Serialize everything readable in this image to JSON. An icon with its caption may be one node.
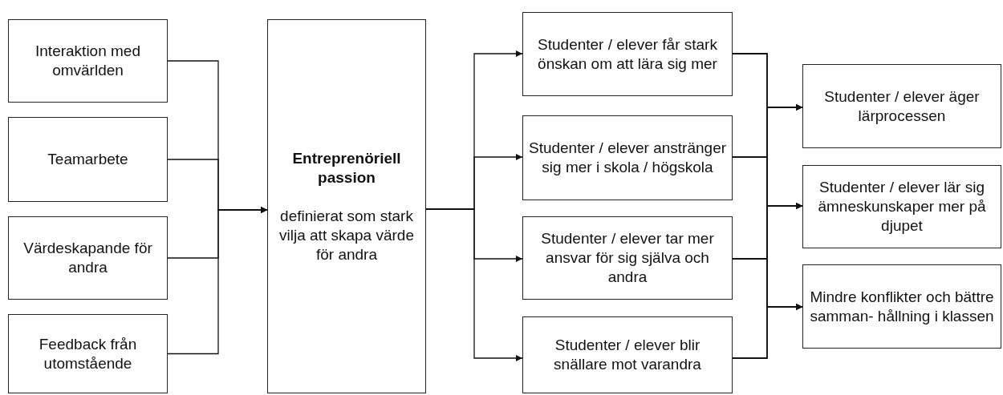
{
  "diagram": {
    "nodes": [
      {
        "text": [
          "Interaktion med omvärlden"
        ]
      },
      {
        "text": [
          "Teamarbete"
        ]
      },
      {
        "text": [
          "Värdeskapande för andra"
        ]
      },
      {
        "text": [
          "Feedback från utomstående"
        ]
      },
      {
        "text": [
          "Entreprenöriell passion",
          "definierat som stark vilja att skapa värde för andra"
        ]
      },
      {
        "text": [
          "Studenter / elever får stark önskan om att lära sig mer"
        ]
      },
      {
        "text": [
          "Studenter / elever anstränger sig mer i skola / högskola"
        ]
      },
      {
        "text": [
          "Studenter / elever tar mer ansvar för sig själva och andra"
        ]
      },
      {
        "text": [
          "Studenter / elever blir snällare mot varandra"
        ]
      },
      {
        "text": [
          "Studenter / elever äger lärprocessen"
        ]
      },
      {
        "text": [
          "Studenter / elever lär sig ämneskunskaper mer på djupet"
        ]
      },
      {
        "text": [
          "Mindre konflikter och bättre samman- hållning i klassen"
        ]
      }
    ],
    "edges": [
      {
        "from": 0,
        "to": 4,
        "arrow": "to"
      },
      {
        "from": 1,
        "to": 4,
        "arrow": "to"
      },
      {
        "from": 2,
        "to": 4,
        "arrow": "to"
      },
      {
        "from": 3,
        "to": 4,
        "arrow": "to"
      },
      {
        "from": 4,
        "to": 5,
        "arrow": "to"
      },
      {
        "from": 4,
        "to": 6,
        "arrow": "to"
      },
      {
        "from": 4,
        "to": 7,
        "arrow": "to"
      },
      {
        "from": 4,
        "to": 8,
        "arrow": "to"
      },
      {
        "from": 5,
        "to": 9,
        "arrow": "to"
      },
      {
        "from": 5,
        "to": 10,
        "arrow": "to"
      },
      {
        "from": 5,
        "to": 11,
        "arrow": "to"
      },
      {
        "from": 6,
        "to": 9,
        "arrow": "to"
      },
      {
        "from": 6,
        "to": 10,
        "arrow": "to"
      },
      {
        "from": 6,
        "to": 11,
        "arrow": "to"
      },
      {
        "from": 7,
        "to": 9,
        "arrow": "to"
      },
      {
        "from": 7,
        "to": 10,
        "arrow": "to"
      },
      {
        "from": 7,
        "to": 11,
        "arrow": "to"
      },
      {
        "from": 8,
        "to": 9,
        "arrow": "to"
      },
      {
        "from": 8,
        "to": 10,
        "arrow": "to"
      },
      {
        "from": 8,
        "to": 11,
        "arrow": "to"
      }
    ]
  }
}
